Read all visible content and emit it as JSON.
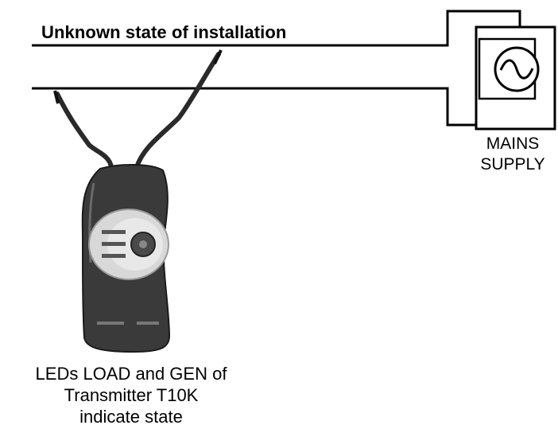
{
  "diagram": {
    "title": "Unknown state of installation",
    "mains_label": [
      "MAINS",
      "SUPPLY"
    ],
    "caption": [
      "LEDs LOAD and GEN of",
      "Transmitter T10K",
      "indicate state"
    ]
  },
  "colors": {
    "wire": "#000000",
    "device_body": "#3a3a3a",
    "device_outline": "#1a1a1a",
    "panel": "#d8d8d8",
    "background": "#ffffff"
  },
  "icons": [
    "ac-source-icon",
    "probe-tip-icon",
    "t10k-transmitter-device"
  ]
}
